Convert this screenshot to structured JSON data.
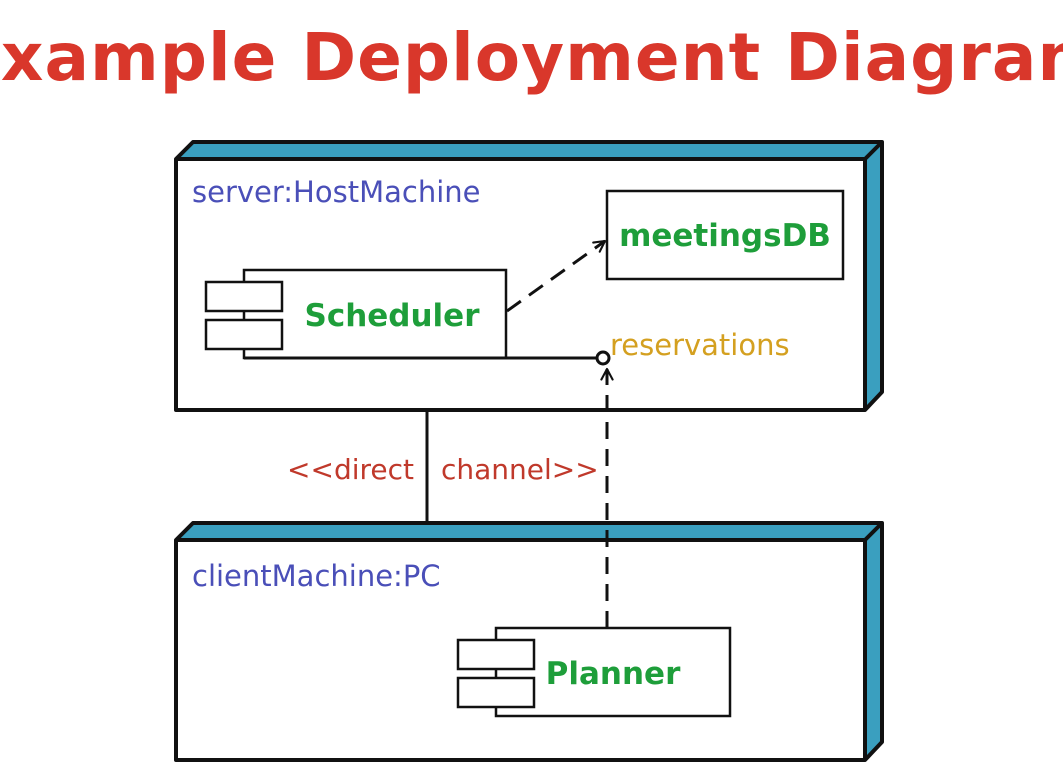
{
  "title": "Example Deployment Diagram",
  "colors": {
    "title": "#d9372b",
    "node_label": "#4a4fb8",
    "component_label": "#1e9e3a",
    "interface_label": "#d4a020",
    "link_label": "#c0392b",
    "node_side": "#3a9fbf",
    "line": "#111111"
  },
  "nodes": {
    "server": {
      "label": "server:HostMachine"
    },
    "client": {
      "label": "clientMachine:PC"
    }
  },
  "components": {
    "scheduler": {
      "label": "Scheduler"
    },
    "meetings_db": {
      "label": "meetingsDB"
    },
    "planner": {
      "label": "Planner"
    }
  },
  "interface": {
    "label": "reservations"
  },
  "links": {
    "channel": {
      "label_left": "<<direct",
      "label_right": "channel>>"
    }
  }
}
